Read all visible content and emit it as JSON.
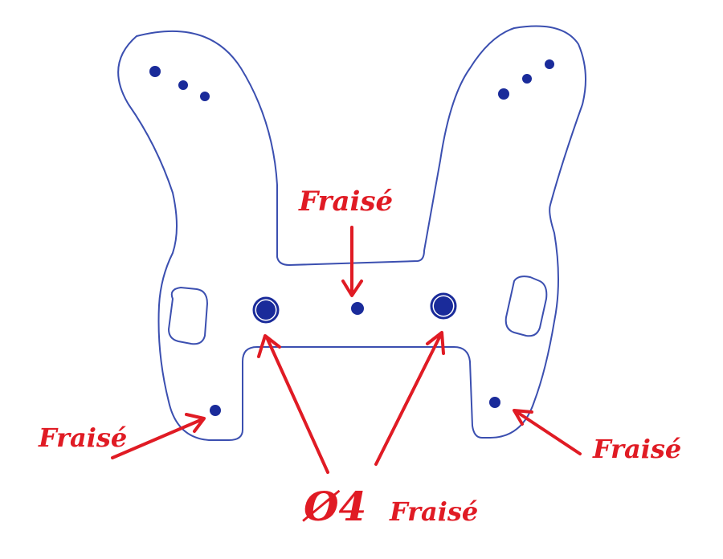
{
  "colors": {
    "ink_blue": "#3b4fb0",
    "hole_blue": "#1a2b9a",
    "ink_red": "#e01b24"
  },
  "labels": {
    "top_center": "Fraisé",
    "left": "Fraisé",
    "right": "Fraisé",
    "bottom_diameter": "Ø4",
    "bottom_right": "Fraisé"
  }
}
